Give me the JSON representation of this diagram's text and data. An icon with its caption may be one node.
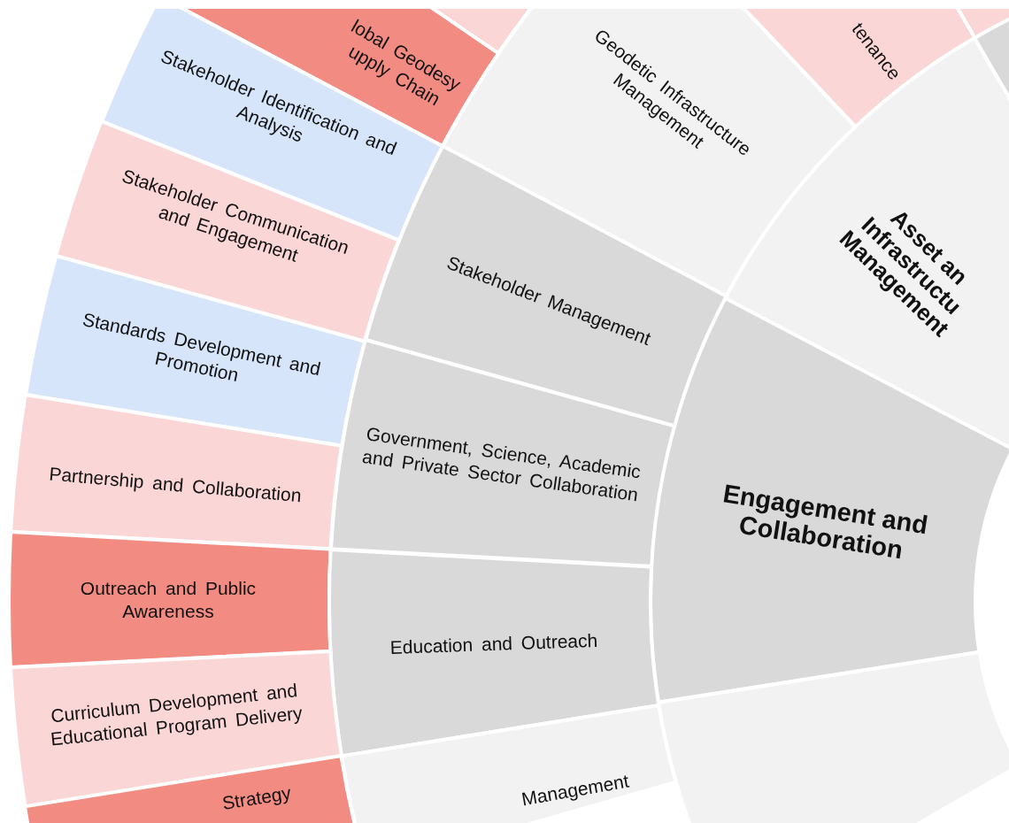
{
  "diagram": {
    "nodes": [
      {
        "text": [
          "lobal Geodesy upply Chain"
        ]
      },
      {
        "text": [],
        "shape": "wedge"
      },
      {
        "text": [
          "Geodetic Infrastructure Management"
        ]
      },
      {
        "text": [
          "tenance"
        ]
      },
      {
        "text": [],
        "shape": "wedge"
      },
      {
        "text": [],
        "shape": "wedge"
      },
      {
        "text": [
          "Stakeholder Identification and Analysis"
        ]
      },
      {
        "text": [
          "Asset an Infrastructu Management"
        ]
      },
      {
        "text": [
          "Stakeholder Communication and Engagement"
        ]
      },
      {
        "text": [
          "Stakeholder Management"
        ]
      },
      {
        "text": [
          "Standards Development and Promotion"
        ]
      },
      {
        "text": [
          "Government, Science, Academic and Private Sector Collaboration"
        ]
      },
      {
        "text": [
          "Partnership and Collaboration"
        ]
      },
      {
        "text": [
          "Engagement and Collaboration"
        ]
      },
      {
        "text": [
          "Outreach and Public Awareness"
        ]
      },
      {
        "text": [
          "Education and Outreach"
        ]
      },
      {
        "text": [
          "Curriculum Development and Educational Program Delivery"
        ]
      },
      {
        "text": [
          "Strategy"
        ]
      },
      {
        "text": [
          "Management"
        ]
      },
      {
        "text": [],
        "shape": "wedge"
      }
    ]
  }
}
